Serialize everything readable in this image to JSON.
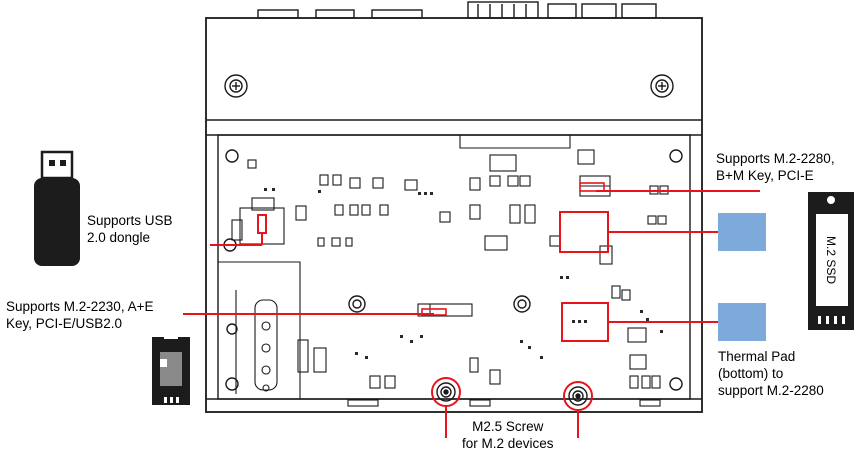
{
  "labels": {
    "usb": [
      "Supports  USB",
      "2.0 dongle"
    ],
    "m2_2230": [
      "Supports M.2-2230, A+E",
      "Key,  PCI-E/USB2.0"
    ],
    "m2_2280": [
      "Supports M.2-2280,",
      "B+M Key,  PCI-E"
    ],
    "thermal": [
      "Thermal Pad",
      "(bottom)  to",
      "support M.2-2280"
    ],
    "screw": [
      "M2.5 Screw",
      "for M.2 devices"
    ],
    "ssd": "M.2  SSD"
  },
  "colors": {
    "callout": "#e8141c",
    "thermal_pad": "#7ea9db",
    "board_line": "#1a1a1a",
    "device_black": "#1c1c1c"
  },
  "icons": [
    "usb-dongle-icon",
    "m2-2230-card-icon",
    "m2-ssd-icon",
    "thermal-pad-icon",
    "screw-icon"
  ]
}
